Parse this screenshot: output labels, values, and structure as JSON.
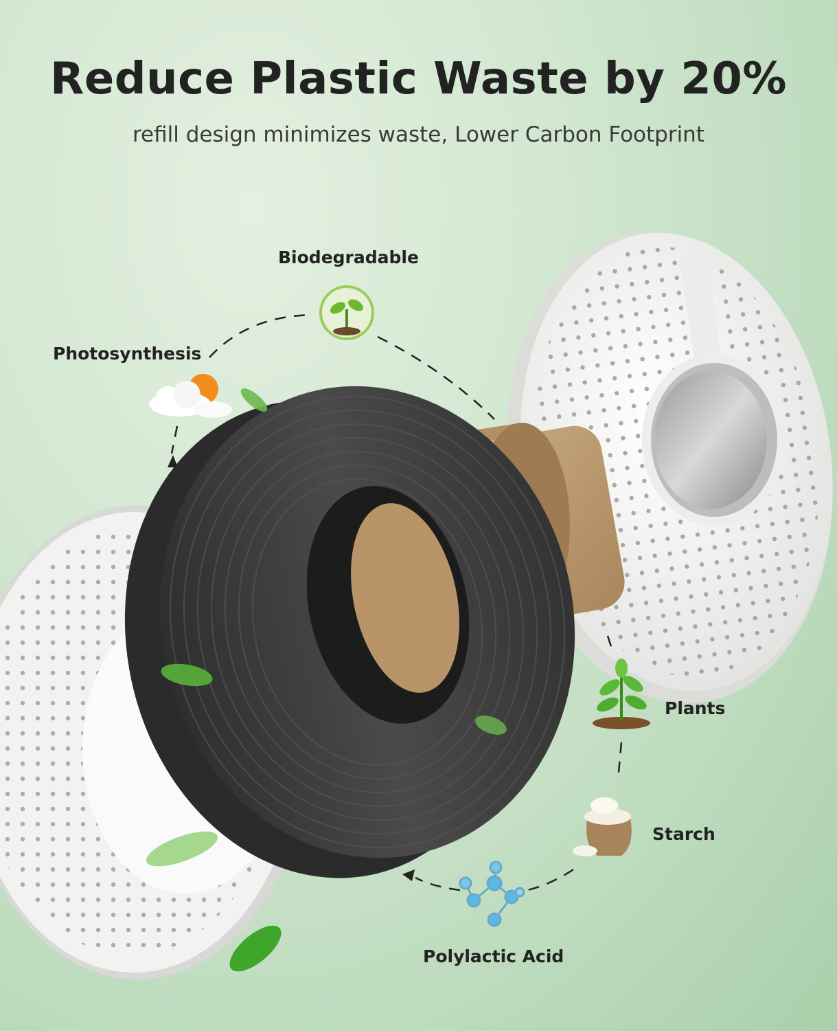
{
  "header": {
    "title": "Reduce Plastic Waste by 20%",
    "subtitle": "refill design minimizes waste, Lower Carbon Footprint"
  },
  "cycle": {
    "biodegradable": "Biodegradable",
    "photosynthesis": "Photosynthesis",
    "plants": "Plants",
    "starch": "Starch",
    "polylactic_acid": "Polylactic Acid"
  },
  "colors": {
    "background": "#cfe5cf",
    "ring": "#3a3a3a",
    "core": "#c2a27a",
    "cover": "#f4f4f2",
    "leaf": "#5cb83a",
    "sun": "#f28c1a",
    "molecule": "#5bb8e0"
  },
  "icons": [
    "plant-cycle-icon",
    "sun-cloud-icon",
    "sprout-icon",
    "starch-sack-icon",
    "molecule-icon",
    "leaf-icon"
  ]
}
